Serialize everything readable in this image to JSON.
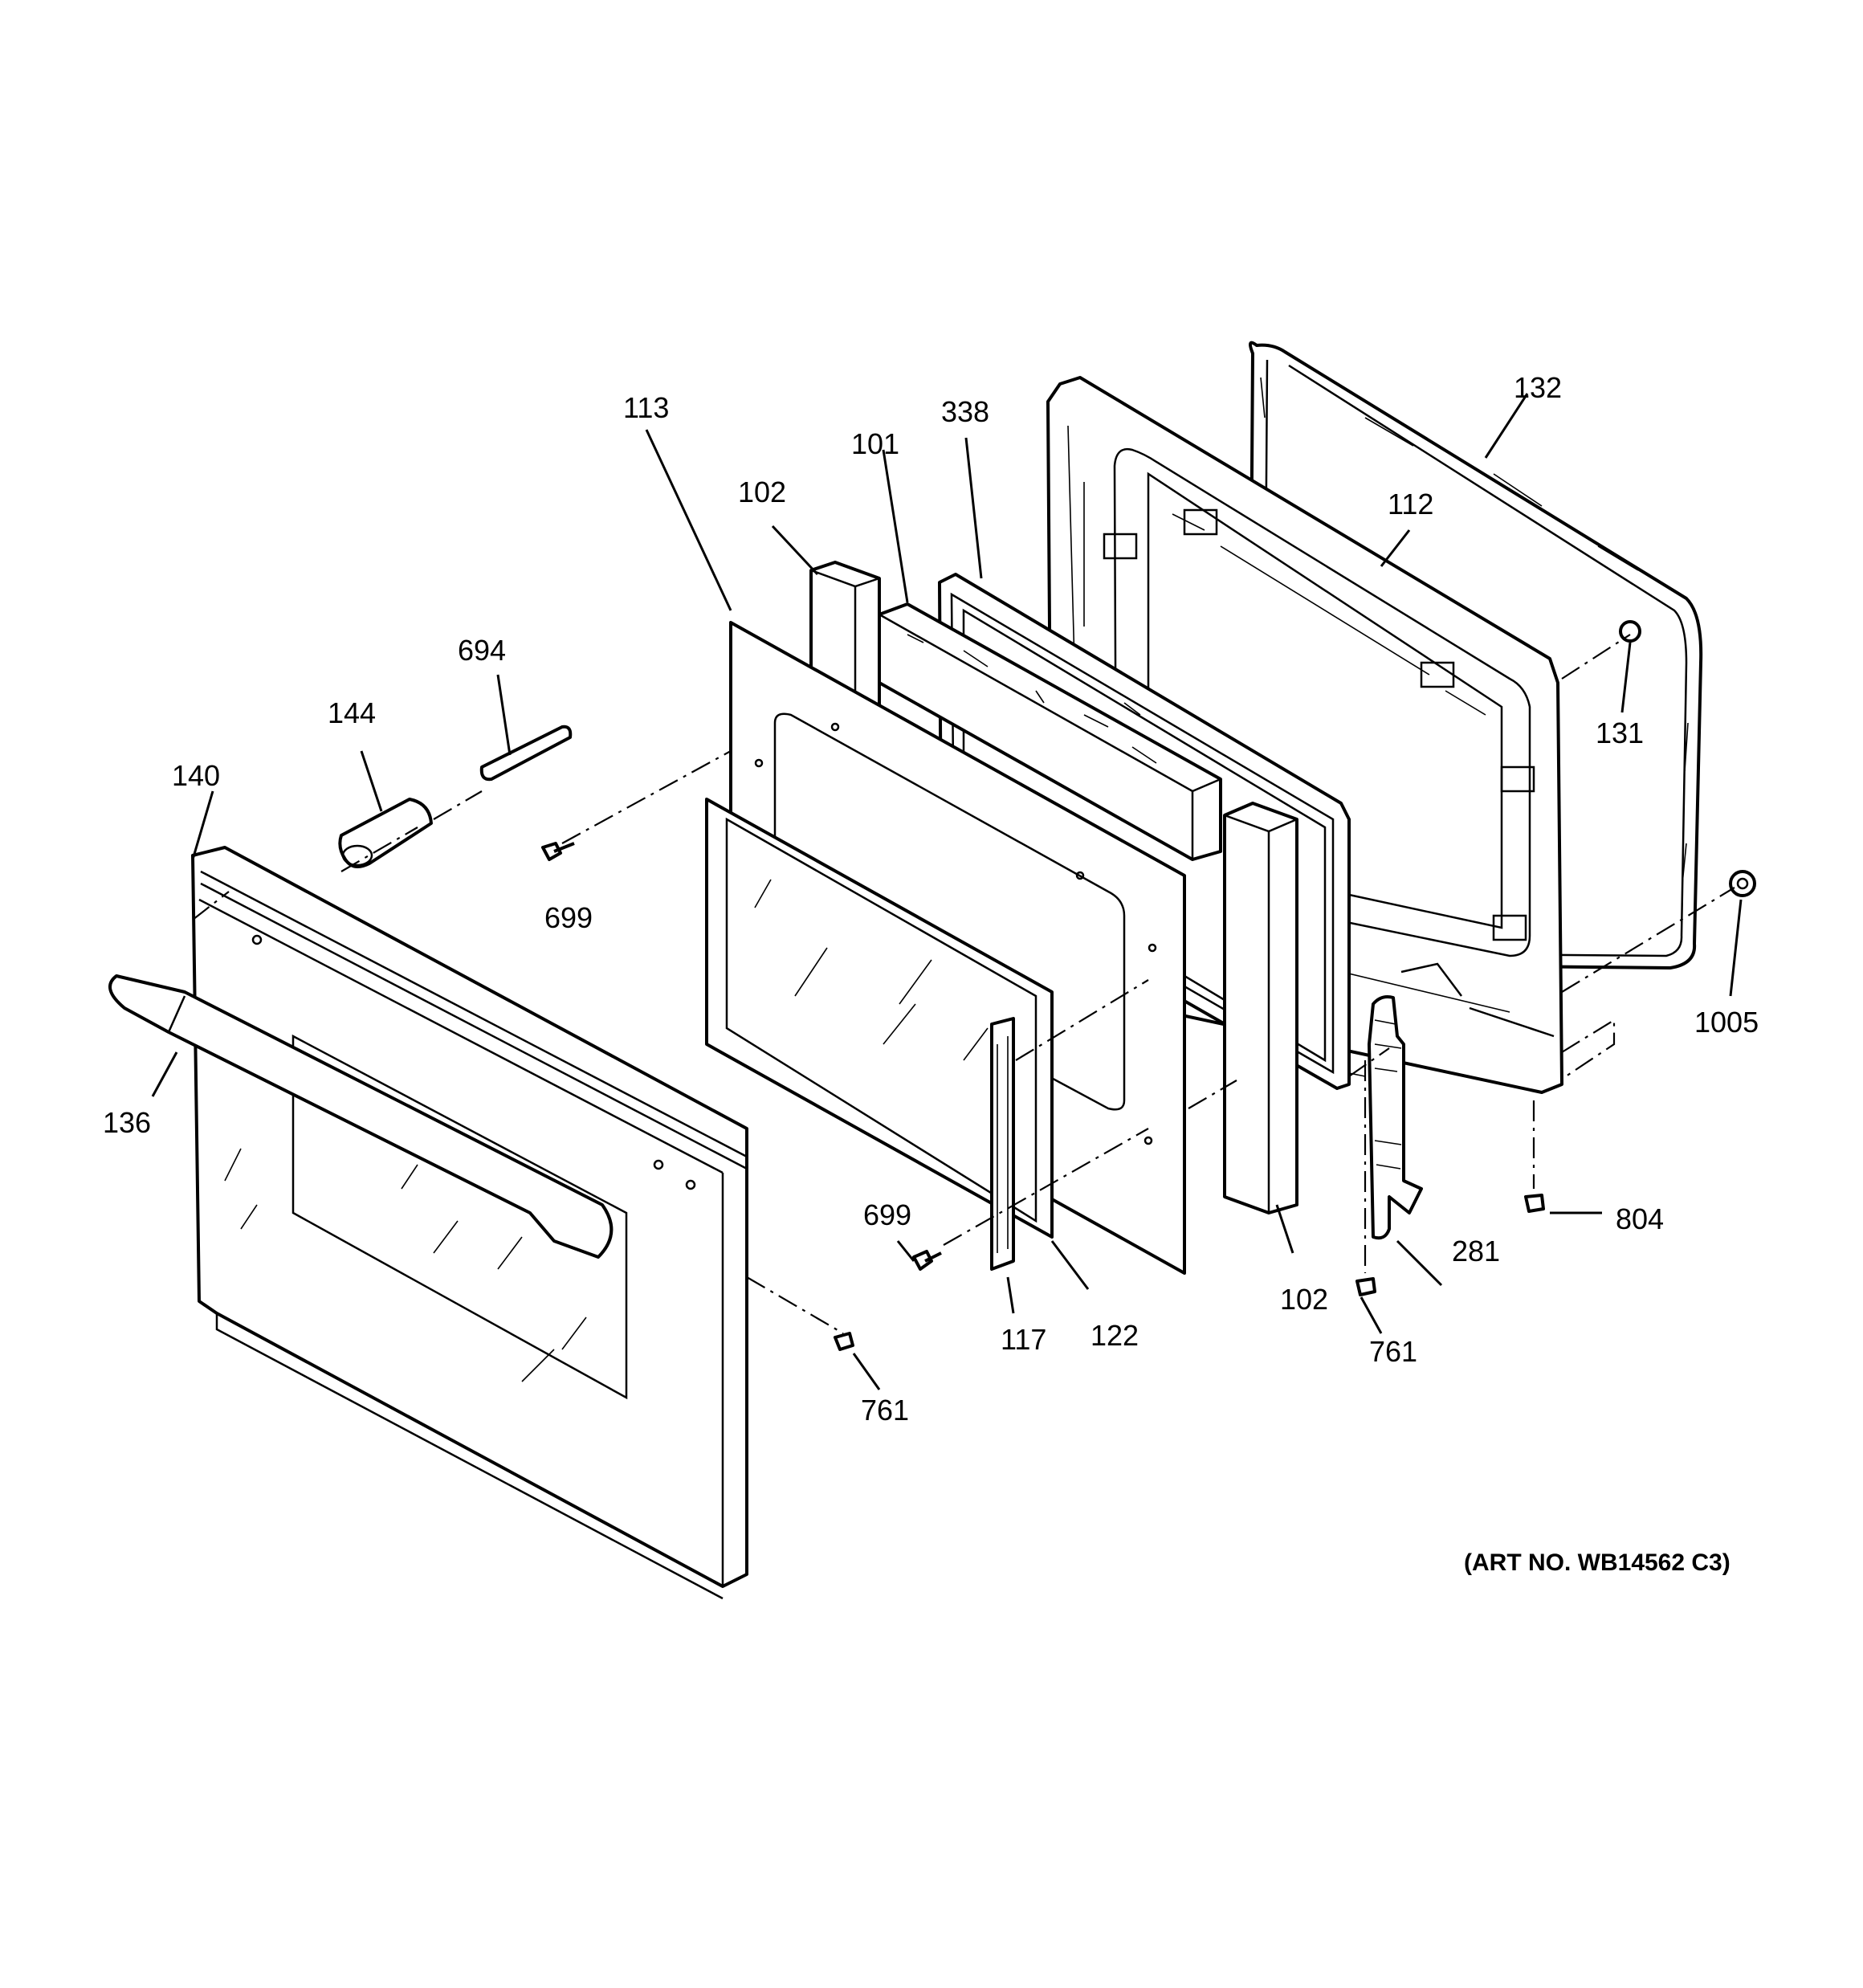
{
  "art_number": "(ART NO. WB14562 C3)",
  "callouts": {
    "c101": "101",
    "c102a": "102",
    "c102b": "102",
    "c112": "112",
    "c113": "113",
    "c117": "117",
    "c122": "122",
    "c131": "131",
    "c132": "132",
    "c136": "136",
    "c140": "140",
    "c144": "144",
    "c281": "281",
    "c338": "338",
    "c694": "694",
    "c699a": "699",
    "c699b": "699",
    "c761a": "761",
    "c761b": "761",
    "c804": "804",
    "c1005": "1005"
  }
}
